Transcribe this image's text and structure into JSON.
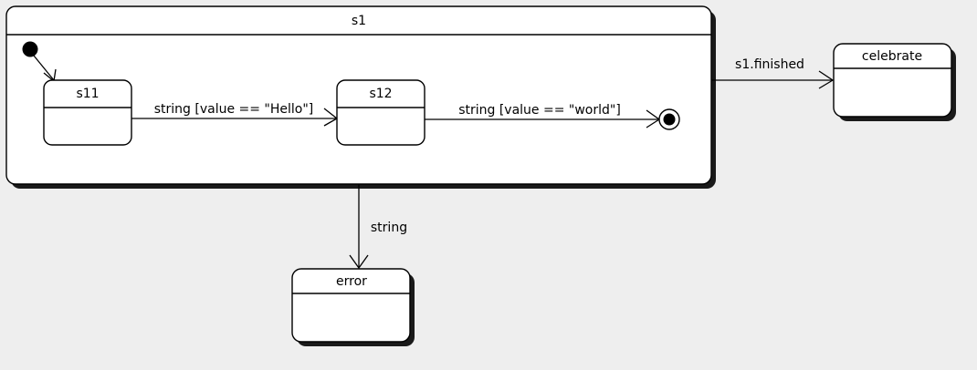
{
  "diagram": {
    "type": "uml-state-machine",
    "background_color": "#eeeeee",
    "line_color": "#000000",
    "fill_color": "#ffffff"
  },
  "composite_state": {
    "name": "s1",
    "children": {
      "initial_node": "initial-state",
      "states": [
        {
          "id": "s11",
          "name": "s11"
        },
        {
          "id": "s12",
          "name": "s12"
        }
      ],
      "final_node": "final-state"
    }
  },
  "states": [
    {
      "id": "celebrate",
      "name": "celebrate"
    },
    {
      "id": "error",
      "name": "error"
    }
  ],
  "transitions": [
    {
      "id": "t-initial-s11",
      "from": "initial-state",
      "to": "s11",
      "label": ""
    },
    {
      "id": "t-s11-s12",
      "from": "s11",
      "to": "s12",
      "label": "string [value == \"Hello\"]"
    },
    {
      "id": "t-s12-final",
      "from": "s12",
      "to": "final-state",
      "label": "string [value == \"world\"]"
    },
    {
      "id": "t-s1-celebrate",
      "from": "s1",
      "to": "celebrate",
      "label": "s1.finished"
    },
    {
      "id": "t-s1-error",
      "from": "s1",
      "to": "error",
      "label": "string"
    }
  ]
}
